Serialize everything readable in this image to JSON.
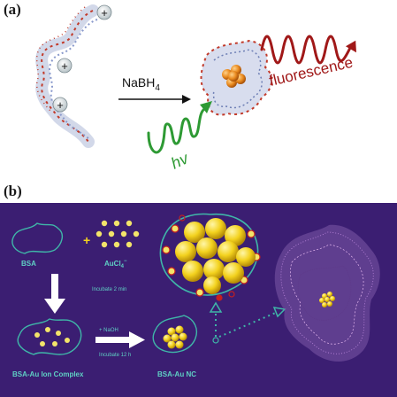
{
  "panel_a": {
    "label": "(a)",
    "reagent": "NaBH",
    "reagent_sub": "4",
    "emission": "fluorescence",
    "excitation": "hv",
    "charge_symbol": "+",
    "colors": {
      "emission": "#a01818",
      "excitation": "#2e9a34",
      "gold_cluster": "#e98a1f"
    }
  },
  "panel_b": {
    "label": "(b)",
    "protein_label": "BSA",
    "plus": "+",
    "gold_salt_label": "AuCl",
    "gold_salt_sub": "4",
    "gold_salt_sup": "−",
    "incubate_1": "Incubate 2 min",
    "complex_label": "BSA-Au Ion Complex",
    "naoh": "+ NaOH",
    "incubate_2": "Incubate 12 h",
    "nc_label": "BSA-Au NC",
    "colors": {
      "background": "#3b1e72",
      "protein_outline": "#3fb6a8",
      "gold": "#f3d21e",
      "text": "#5fd0c4"
    }
  }
}
